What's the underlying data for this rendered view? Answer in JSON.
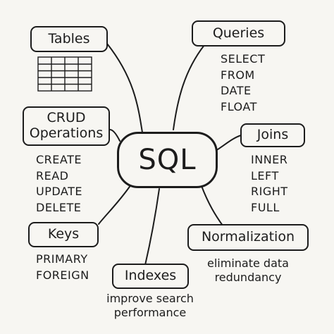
{
  "center": {
    "label": "SQL"
  },
  "nodes": {
    "tables": {
      "label": "Tables"
    },
    "crud": {
      "label_line1": "CRUD",
      "label_line2": "Operations",
      "items": [
        "CREATE",
        "READ",
        "UPDATE",
        "DELETE"
      ]
    },
    "keys": {
      "label": "Keys",
      "items": [
        "PRIMARY",
        "FOREIGN"
      ]
    },
    "indexes": {
      "label": "Indexes",
      "note_line1": "improve search",
      "note_line2": "performance"
    },
    "queries": {
      "label": "Queries",
      "items": [
        "SELECT",
        "FROM",
        "DATE",
        "FLOAT"
      ]
    },
    "joins": {
      "label": "Joins",
      "items": [
        "INNER",
        "LEFT",
        "RIGHT",
        "FULL"
      ]
    },
    "normalization": {
      "label": "Normalization",
      "note_line1": "eliminate data",
      "note_line2": "redundancy"
    }
  },
  "icons": {
    "tables": "table-grid-icon"
  },
  "colors": {
    "ink": "#1c1c1c",
    "paper": "#f7f6f2"
  }
}
